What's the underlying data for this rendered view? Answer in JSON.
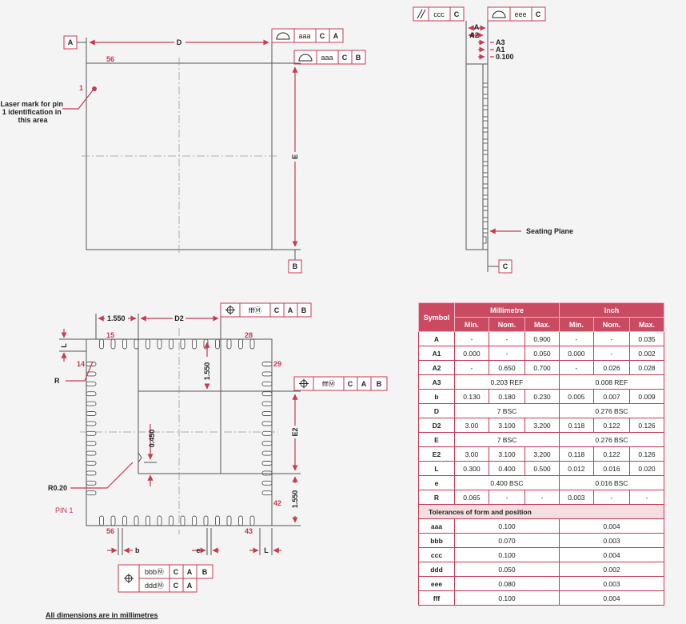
{
  "datums": {
    "a": "A",
    "b": "B",
    "c": "C"
  },
  "top_view": {
    "dim_d": "D",
    "dim_e": "E",
    "pin_56": "56",
    "pin_1": "1",
    "laser_note": [
      "Laser mark for pin",
      "1 identification in",
      "this area"
    ],
    "fcf_flatness_a": [
      "aaa",
      "C",
      "A"
    ],
    "fcf_flatness_b": [
      "aaa",
      "C",
      "B"
    ]
  },
  "side_view": {
    "fcf_parallel": [
      "ccc",
      "C"
    ],
    "fcf_profile": [
      "eee",
      "C"
    ],
    "dim_a": "A",
    "dim_a2": "A2",
    "dim_a3": "A3",
    "dim_a1": "A1",
    "dim_0100": "0.100",
    "seating_plane": "Seating Plane"
  },
  "bottom_view": {
    "dim_1550_top": "1.550",
    "dim_d2": "D2",
    "dim_1550_vert": "1.550",
    "dim_0450": "0.450",
    "dim_e2": "E2",
    "dim_1550_right": "1.550",
    "dim_l": "L",
    "dim_b": "b",
    "dim_e": "e",
    "label_r": "R",
    "label_r020": "R0.20",
    "label_pin1": "PIN 1",
    "pin_15": "15",
    "pin_28": "28",
    "pin_14": "14",
    "pin_29": "29",
    "pin_42": "42",
    "pin_56": "56",
    "pin_43": "43",
    "fcf_top": [
      "fffⓂ",
      "C",
      "A",
      "B"
    ],
    "fcf_right": [
      "fffⓂ",
      "C",
      "A",
      "B"
    ],
    "fcf_bottom_1": [
      "bbbⓂ",
      "C",
      "A",
      "B"
    ],
    "fcf_bottom_2": [
      "dddⓂ",
      "C",
      "A"
    ]
  },
  "table": {
    "header_symbol": "Symbol",
    "header_mm": "Millimetre",
    "header_inch": "Inch",
    "sub_headers": [
      "Min.",
      "Nom.",
      "Max.",
      "Min.",
      "Nom.",
      "Max."
    ],
    "rows": [
      {
        "symbol": "A",
        "cells": [
          "-",
          "-",
          "0.900",
          "-",
          "-",
          "0.035"
        ]
      },
      {
        "symbol": "A1",
        "cells": [
          "0.000",
          "-",
          "0.050",
          "0.000",
          "-",
          "0.002"
        ]
      },
      {
        "symbol": "A2",
        "cells": [
          "-",
          "0.650",
          "0.700",
          "-",
          "0.026",
          "0.028"
        ]
      },
      {
        "symbol": "A3",
        "merged": [
          "0.203 REF",
          "0.008 REF"
        ]
      },
      {
        "symbol": "b",
        "cells": [
          "0.130",
          "0.180",
          "0.230",
          "0.005",
          "0.007",
          "0.009"
        ]
      },
      {
        "symbol": "D",
        "merged": [
          "7 BSC",
          "0.276 BSC"
        ]
      },
      {
        "symbol": "D2",
        "cells": [
          "3.00",
          "3.100",
          "3.200",
          "0.118",
          "0.122",
          "0.126"
        ]
      },
      {
        "symbol": "E",
        "merged": [
          "7 BSC",
          "0.276 BSC"
        ]
      },
      {
        "symbol": "E2",
        "cells": [
          "3.00",
          "3.100",
          "3.200",
          "0.118",
          "0.122",
          "0.126"
        ]
      },
      {
        "symbol": "L",
        "cells": [
          "0.300",
          "0.400",
          "0.500",
          "0.012",
          "0.016",
          "0.020"
        ]
      },
      {
        "symbol": "e",
        "merged": [
          "0.400 BSC",
          "0.016 BSC"
        ]
      },
      {
        "symbol": "R",
        "cells": [
          "0.065",
          "-",
          "-",
          "0.003",
          "-",
          "-"
        ]
      }
    ],
    "section_title": "Tolerances of form and position",
    "tolerances": [
      {
        "symbol": "aaa",
        "mm": "0.100",
        "inch": "0.004"
      },
      {
        "symbol": "bbb",
        "mm": "0.070",
        "inch": "0.003"
      },
      {
        "symbol": "ccc",
        "mm": "0.100",
        "inch": "0.004"
      },
      {
        "symbol": "ddd",
        "mm": "0.050",
        "inch": "0.002"
      },
      {
        "symbol": "eee",
        "mm": "0.080",
        "inch": "0.003"
      },
      {
        "symbol": "fff",
        "mm": "0.100",
        "inch": "0.004"
      }
    ]
  },
  "footnote": "All dimensions are in millimetres"
}
